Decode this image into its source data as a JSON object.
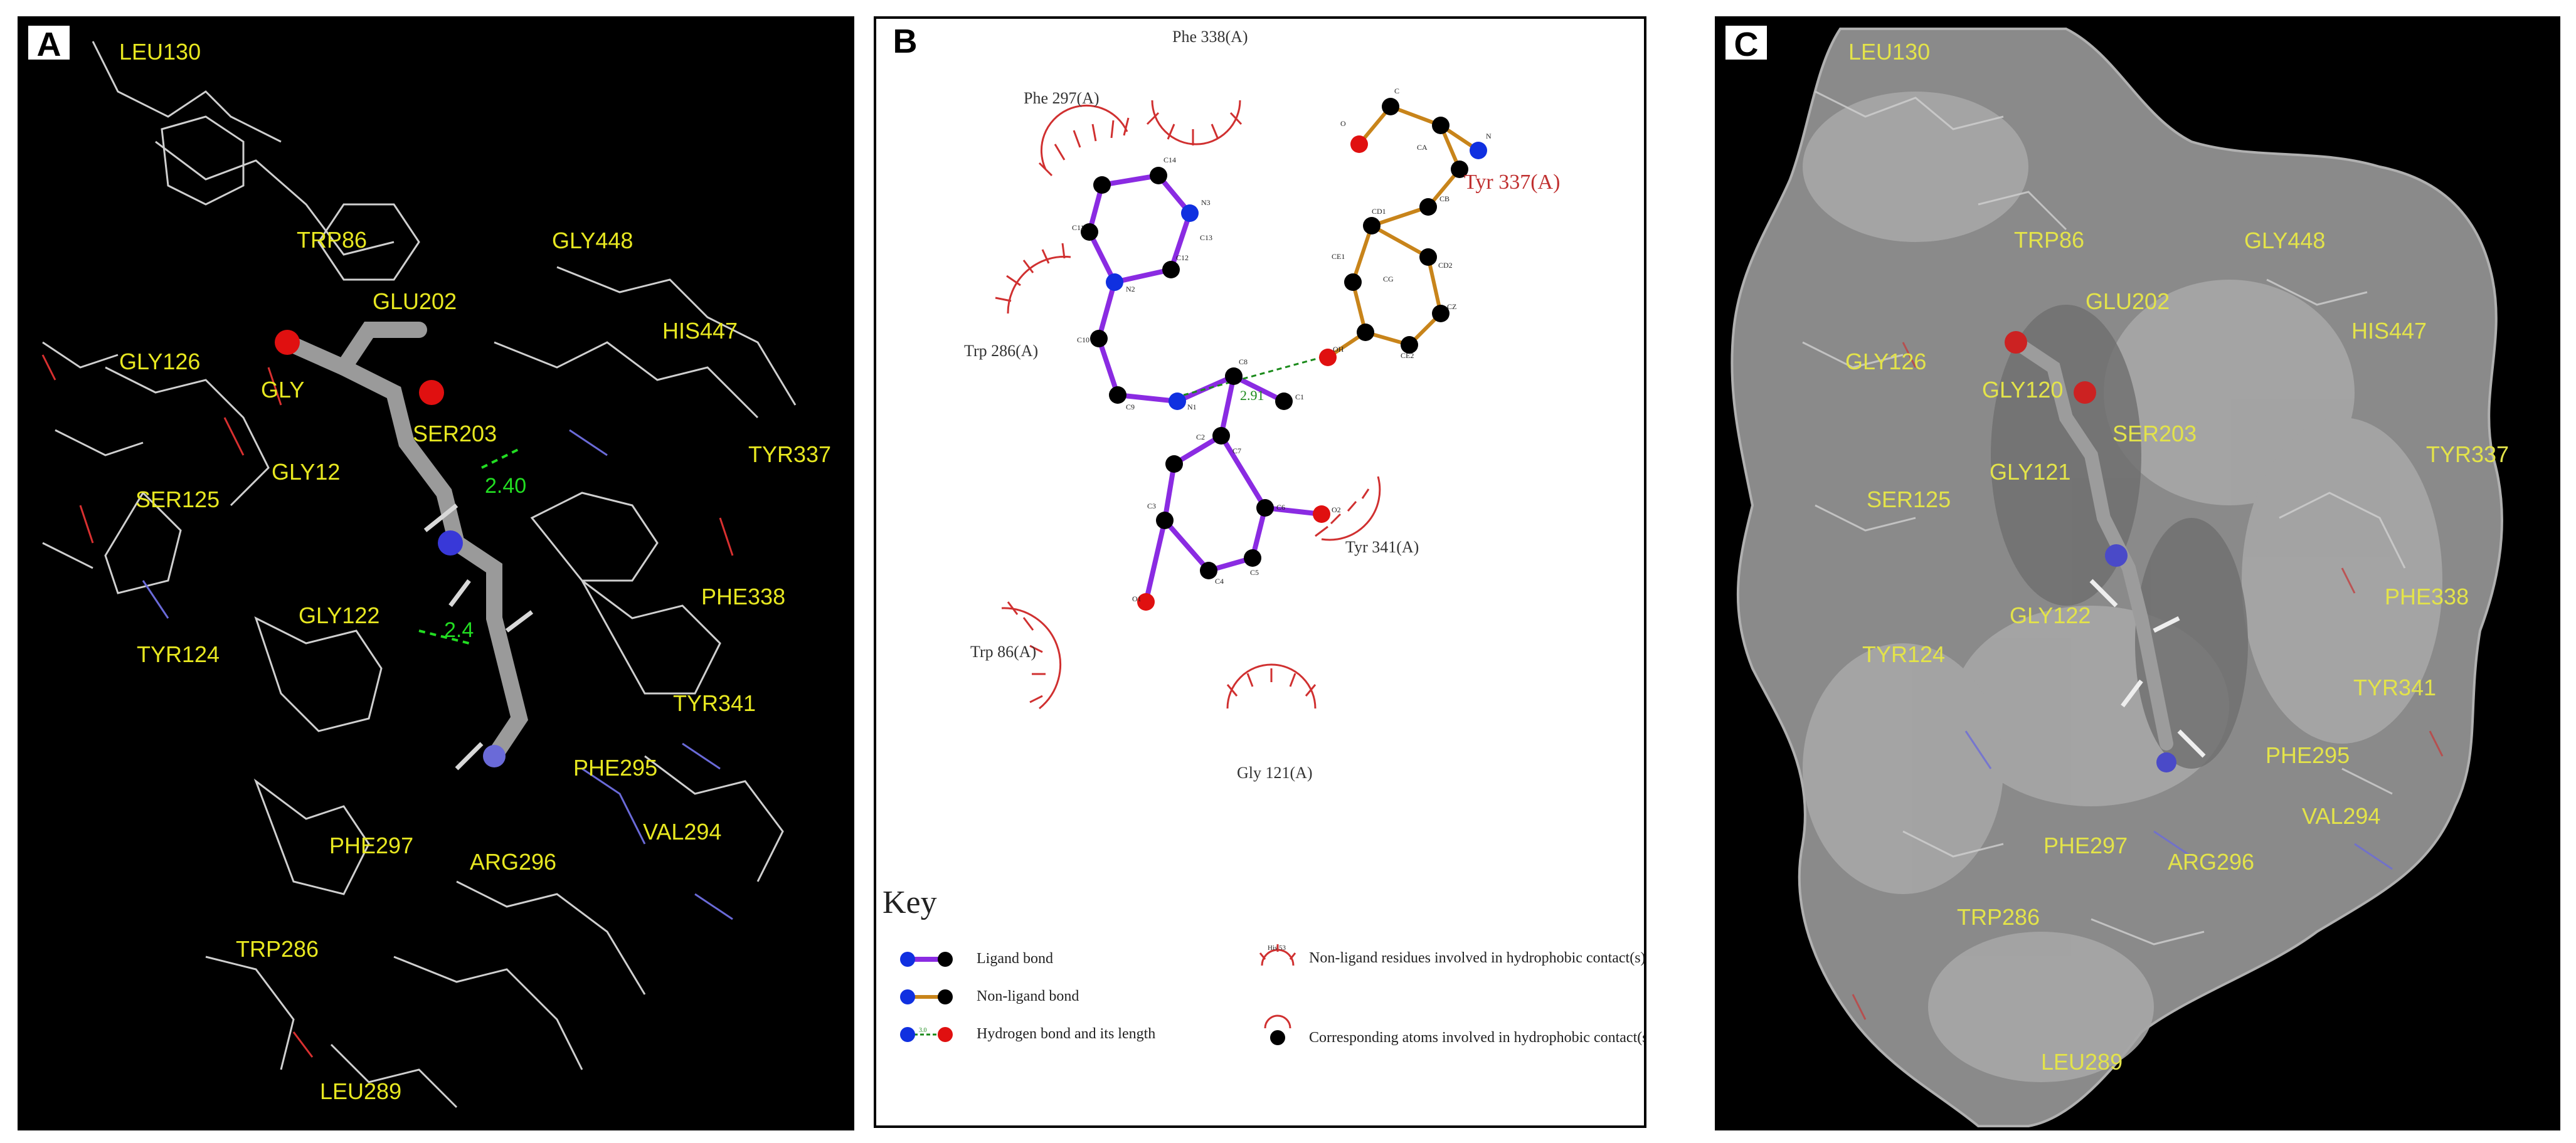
{
  "panels": {
    "a": {
      "label": "A",
      "residues": [
        "LEU130",
        "TRP86",
        "GLY448",
        "GLU202",
        "HIS447",
        "GLY126",
        "GLY",
        "SER203",
        "TYR337",
        "SER125",
        "GLY12",
        "PHE338",
        "GLY122",
        "TYR124",
        "TYR341",
        "PHE295",
        "PHE297",
        "ARG296",
        "VAL294",
        "TRP286",
        "LEU289"
      ],
      "hbonds": [
        "2.40",
        "2.4"
      ]
    },
    "b": {
      "label": "B",
      "residues": {
        "phe338": "Phe 338(A)",
        "phe297": "Phe 297(A)",
        "tyr337": "Tyr 337(A)",
        "trp286": "Trp 286(A)",
        "tyr341": "Tyr 341(A)",
        "trp86": "Trp 86(A)",
        "gly121": "Gly 121(A)"
      },
      "hbond_distance": "2.91",
      "atoms": [
        "C14",
        "N3",
        "C12",
        "N2",
        "C13",
        "C11",
        "C10",
        "C9",
        "N1",
        "C8",
        "C1",
        "C2",
        "C7",
        "C6",
        "O2",
        "C3",
        "C4",
        "C5",
        "O1",
        "OH",
        "CE1",
        "CD1",
        "CG",
        "CZ",
        "CE2",
        "CD2",
        "CB",
        "CA",
        "C",
        "O",
        "N"
      ],
      "key": {
        "title": "Key",
        "ligand_bond": "Ligand bond",
        "non_ligand_bond": "Non-ligand bond",
        "hbond": "Hydrogen bond and its length",
        "hbond_sample": "3.0",
        "hydrophobic_sample": "His 53",
        "hydrophobic": "Non-ligand residues involved in hydrophobic contact(s)",
        "atoms": "Corresponding atoms involved in hydrophobic contact(s)"
      }
    },
    "c": {
      "label": "C",
      "residues": [
        "LEU130",
        "TRP86",
        "GLY448",
        "GLU202",
        "HIS447",
        "GLY126",
        "GLY120",
        "SER203",
        "TYR337",
        "SER125",
        "GLY121",
        "PHE338",
        "GLY122",
        "TYR124",
        "TYR341",
        "PHE295",
        "VAL294",
        "PHE297",
        "ARG296",
        "TRP286",
        "LEU289"
      ]
    }
  },
  "colors": {
    "residue_label": "#e7e720",
    "hbond": "#22dd22",
    "ligand_bond": "#8a2be2",
    "non_ligand_bond": "#c8841a",
    "oxygen": "#e01010",
    "nitrogen": "#1030e0",
    "hydrophobic_arc": "#d03030"
  }
}
